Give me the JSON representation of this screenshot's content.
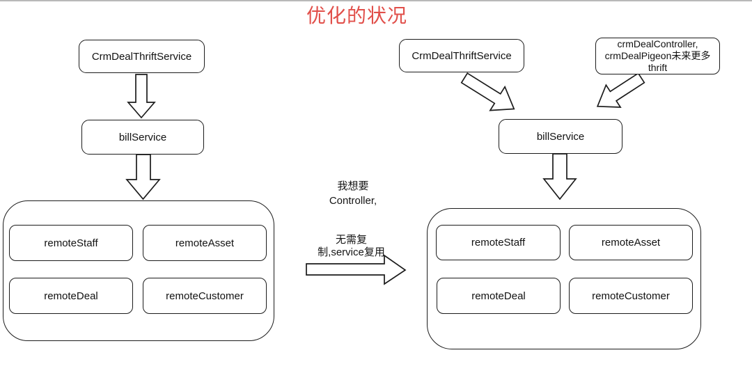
{
  "title": "优化的状况",
  "colors": {
    "title_red": "#e14f4a",
    "line_black": "#1b1b1b",
    "top_rule_gray": "#b9b9b9",
    "background": "#ffffff"
  },
  "left_flow": {
    "top_box": "CrmDealThriftService",
    "mid_box": "billService",
    "services": [
      "remoteStaff",
      "remoteAsset",
      "remoteDeal",
      "remoteCustomer"
    ]
  },
  "middle_notes": {
    "note1_line1": "我想要",
    "note1_line2": "Controller,",
    "note2_line1": "无需复",
    "note2_line2": "制,service复用"
  },
  "right_flow": {
    "top_box_left": "CrmDealThriftService",
    "top_box_right_lines": [
      "crmDealController,",
      "crmDealPigeon未来更多",
      "thrift"
    ],
    "mid_box": "billService",
    "services": [
      "remoteStaff",
      "remoteAsset",
      "remoteDeal",
      "remoteCustomer"
    ]
  },
  "arrows": {
    "left_top": "arrow-down",
    "left_bottom": "arrow-down",
    "middle": "arrow-right",
    "right_from_thrift": "arrow-down-right",
    "right_from_controller": "arrow-down-left",
    "right_bottom": "arrow-down"
  }
}
